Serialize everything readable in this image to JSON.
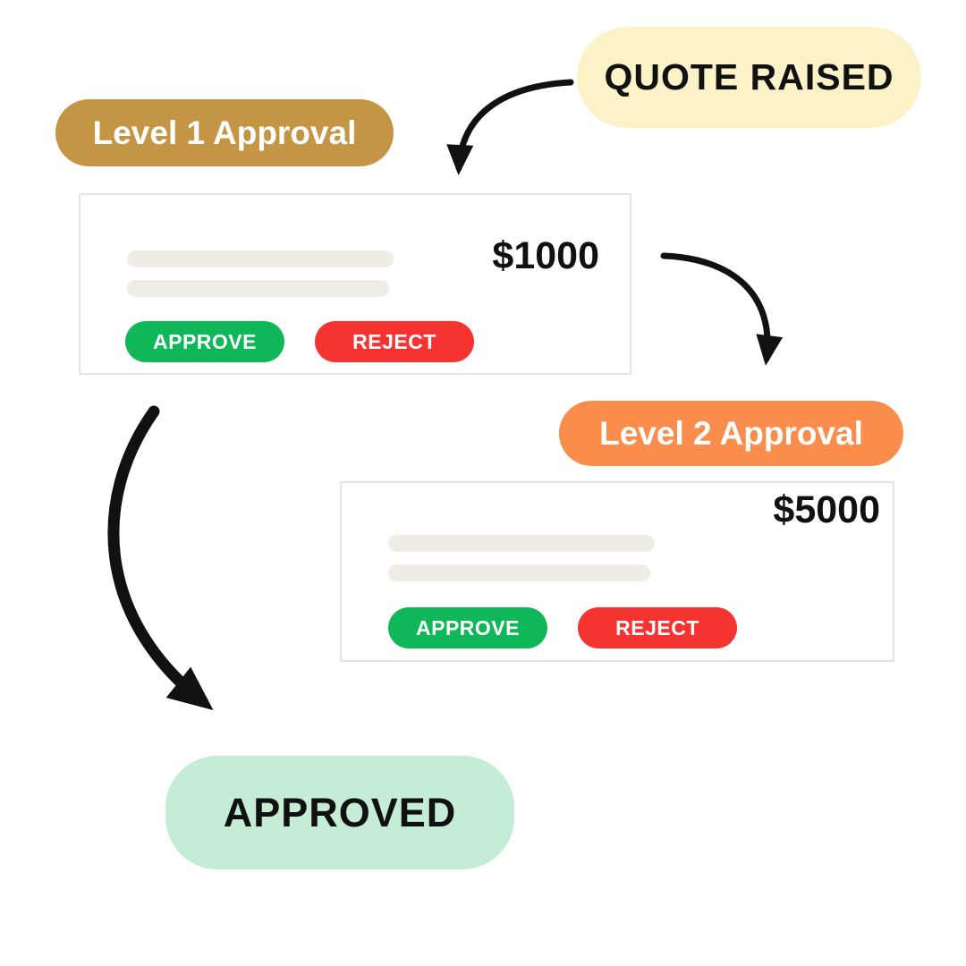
{
  "badges": {
    "quote_raised": "QUOTE RAISED",
    "level1": "Level 1 Approval",
    "level2": "Level 2 Approval",
    "approved": "APPROVED"
  },
  "cards": [
    {
      "amount": "$1000",
      "approve_label": "APPROVE",
      "reject_label": "REJECT"
    },
    {
      "amount": "$5000",
      "approve_label": "APPROVE",
      "reject_label": "REJECT"
    }
  ],
  "colors": {
    "quote_raised_bg": "#FBF3C7",
    "level1_bg": "#C49545",
    "level2_bg": "#FB8D4C",
    "approved_bg": "#C5EDD5",
    "approve_bg": "#10B759",
    "reject_bg": "#F53431",
    "card_border": "#E5E4E2",
    "skeleton": "#EFEDE6",
    "arrow": "#111111"
  }
}
